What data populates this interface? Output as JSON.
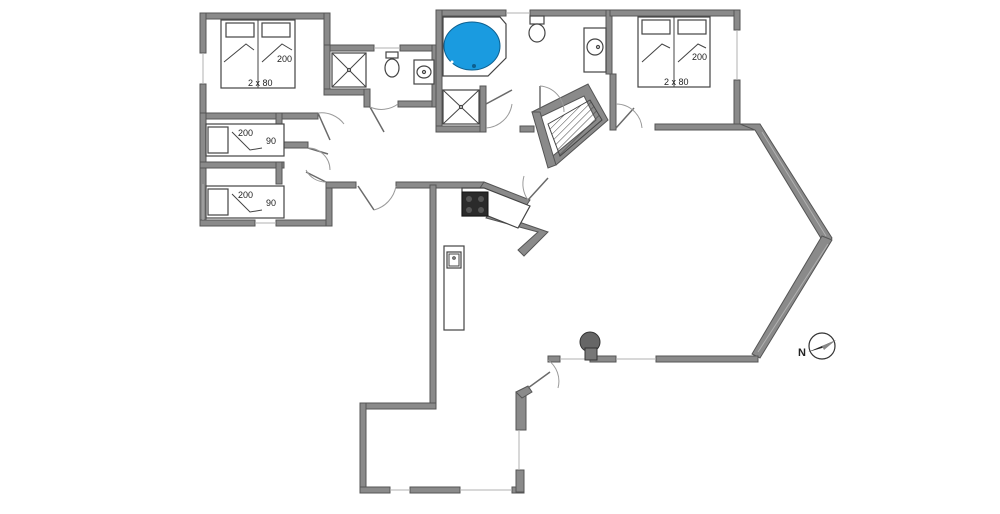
{
  "labels": {
    "bed_double_left_length": "200",
    "bed_double_left_size": "2 x 80",
    "bed_single_upper_length": "200",
    "bed_single_upper_width": "90",
    "bed_single_lower_length": "200",
    "bed_single_lower_width": "90",
    "bed_double_right_length": "200",
    "bed_double_right_size": "2 x 80",
    "compass": "N"
  },
  "colors": {
    "wall": "#8a8a8a",
    "bathtub_water": "#1a9be0",
    "stove": "#2b2b2b",
    "stair_hatch": "#444444"
  }
}
